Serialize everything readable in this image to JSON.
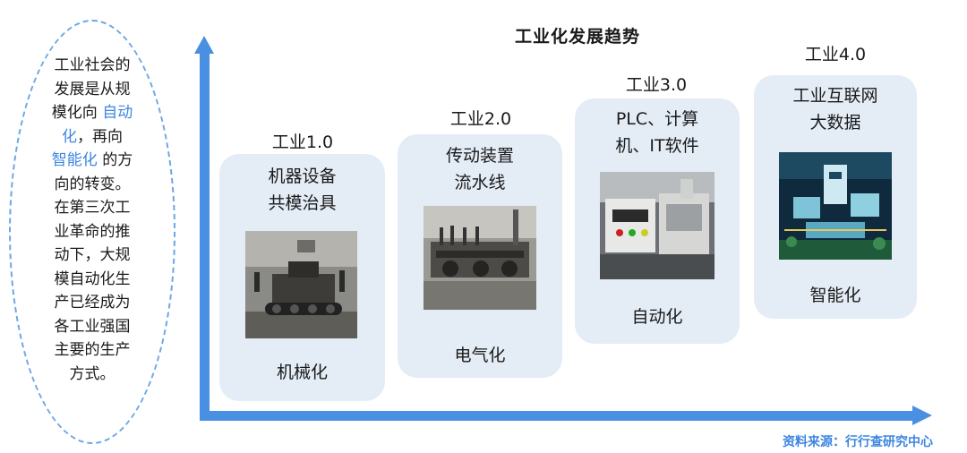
{
  "title": "工业化发展趋势",
  "note": {
    "line1": "工业社会的",
    "line2": "发展是从规",
    "line3a": "模化向 ",
    "line3b": "自动",
    "line4a": "化",
    "line4b": "，再向",
    "line5a": "智能化",
    "line5b": " 的方",
    "line6": "向的转变。",
    "line7": "在第三次工",
    "line8": "业革命的推",
    "line9": "动下，大规",
    "line10": "模自动化生",
    "line11": "产已经成为",
    "line12": "各工业强国",
    "line13": "主要的生产",
    "line14": "方式。"
  },
  "stages": [
    {
      "label": "工业1.0",
      "top_line1": "机器设备",
      "top_line2": "共模治具",
      "bottom": "机械化"
    },
    {
      "label": "工业2.0",
      "top_line1": "传动装置",
      "top_line2": "流水线",
      "bottom": "电气化"
    },
    {
      "label": "工业3.0",
      "top_line1": "PLC、计算",
      "top_line2": "机、IT软件",
      "bottom": "自动化"
    },
    {
      "label": "工业4.0",
      "top_line1": "工业互联网",
      "top_line2": "大数据",
      "bottom": "智能化"
    }
  ],
  "source": "资料来源：行行查研究中心",
  "colors": {
    "axis": "#4a90e2",
    "card": "#e4ecf6",
    "highlight": "#3d86e0"
  }
}
